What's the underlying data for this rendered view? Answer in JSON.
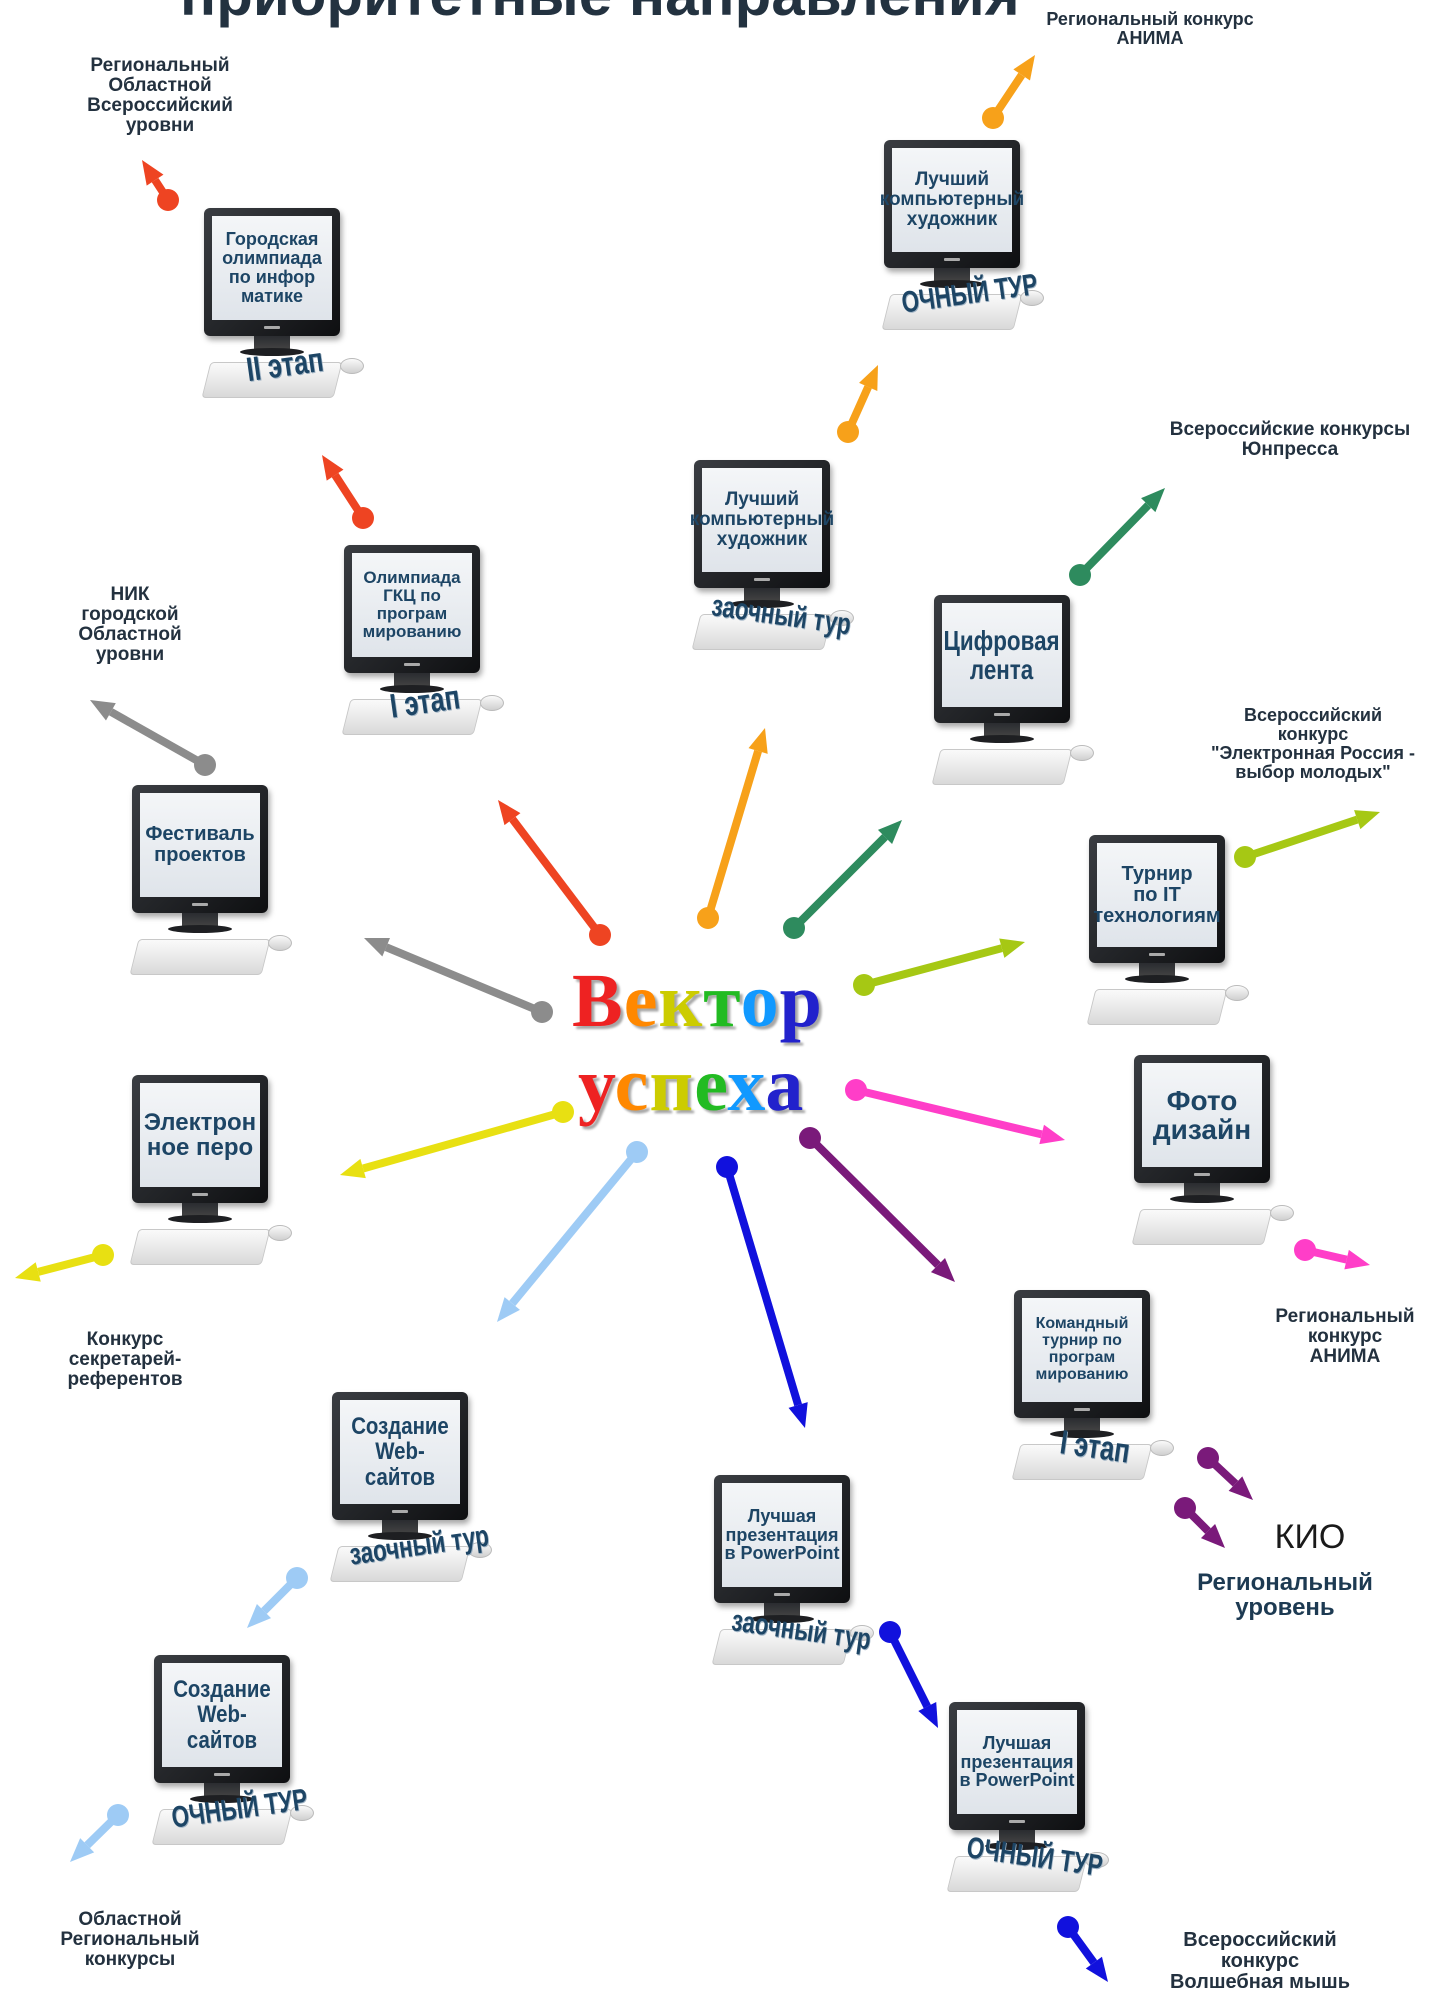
{
  "title_fragment": "приоритетные направления",
  "center": {
    "line1": "Вектор",
    "line2": "успеха"
  },
  "computers": [
    {
      "id": "gorod-olymp",
      "screen": "Городская\nолимпиада\nпо инфор\nматике",
      "stage": "II этап"
    },
    {
      "id": "best-artist-ochny",
      "screen": "Лучший\nкомпьютерный\nхудожник",
      "stage": "ОЧНЫЙ ТУР"
    },
    {
      "id": "best-artist-zaochny",
      "screen": "Лучший\nкомпьютерный\nхудожник",
      "stage": "заочный тур"
    },
    {
      "id": "olymp-gkc",
      "screen": "Олимпиада\nГКЦ  по\nпрограм\nмированию",
      "stage": "I этап"
    },
    {
      "id": "digital-tape",
      "screen": "Цифровая\nлента",
      "stage": ""
    },
    {
      "id": "festival",
      "screen": "Фестиваль\nпроектов",
      "stage": ""
    },
    {
      "id": "it-tournament",
      "screen": "Турнир\nпо IT\nтехнологиям",
      "stage": ""
    },
    {
      "id": "photo-design",
      "screen": "Фото\nдизайн",
      "stage": ""
    },
    {
      "id": "e-pen",
      "screen": "Электрон\nное перо",
      "stage": ""
    },
    {
      "id": "team-tournament",
      "screen": "Командный\nтурнир по\nпрограм\nмированию",
      "stage": "I этап"
    },
    {
      "id": "web-zaochny",
      "screen": "Создание\nWeb-сайтов",
      "stage": "заочный тур"
    },
    {
      "id": "ppt-zaochny",
      "screen": "Лучшая\nпрезентация\nв PowerPoint",
      "stage": "заочный тур"
    },
    {
      "id": "web-ochny",
      "screen": "Создание\nWeb-сайтов",
      "stage": "ОЧНЫЙ ТУР"
    },
    {
      "id": "ppt-ochny",
      "screen": "Лучшая\nпрезентация\nв PowerPoint",
      "stage": "ОЧНЫЙ ТУР"
    }
  ],
  "outer_labels": {
    "anima_top": "Региональный конкурс\nАНИМА",
    "levels_top": "Региональный\nОбластной\nВсероссийский\nуровни",
    "yunpressa": "Всероссийские конкурсы\nЮнпресса",
    "nik": "НИК\nгородской\nОбластной\nуровни",
    "e_russia": "Всероссийский\nконкурс\n\"Электронная Россия -\nвыбор молодых\"",
    "anima_right": "Региональный\nконкурс\nАНИМА",
    "secretaries": "Конкурс\nсекретарей-\nреферентов",
    "kio_title": "КИО",
    "kio_level": "Региональный\nуровень",
    "regional_bottom": "Областной\nРегиональный\nконкурсы",
    "magic_mouse": "Всероссийский\nконкурс\nВолшебная мышь"
  },
  "colors": {
    "red": "#ee4422",
    "orange": "#f7a11a",
    "green": "#2e8b5e",
    "gray": "#8c8c8c",
    "lime": "#a6c814",
    "pink": "#ff3ec8",
    "yellow": "#e8e012",
    "lightblue": "#9ecbf5",
    "blue": "#1111dd",
    "purple": "#7a1a7a"
  },
  "center_letter_colors": [
    "#e22",
    "#f80",
    "#cc0",
    "#2b2",
    "#19f",
    "#22c",
    "#a2d",
    "#e2c",
    "#f52"
  ]
}
